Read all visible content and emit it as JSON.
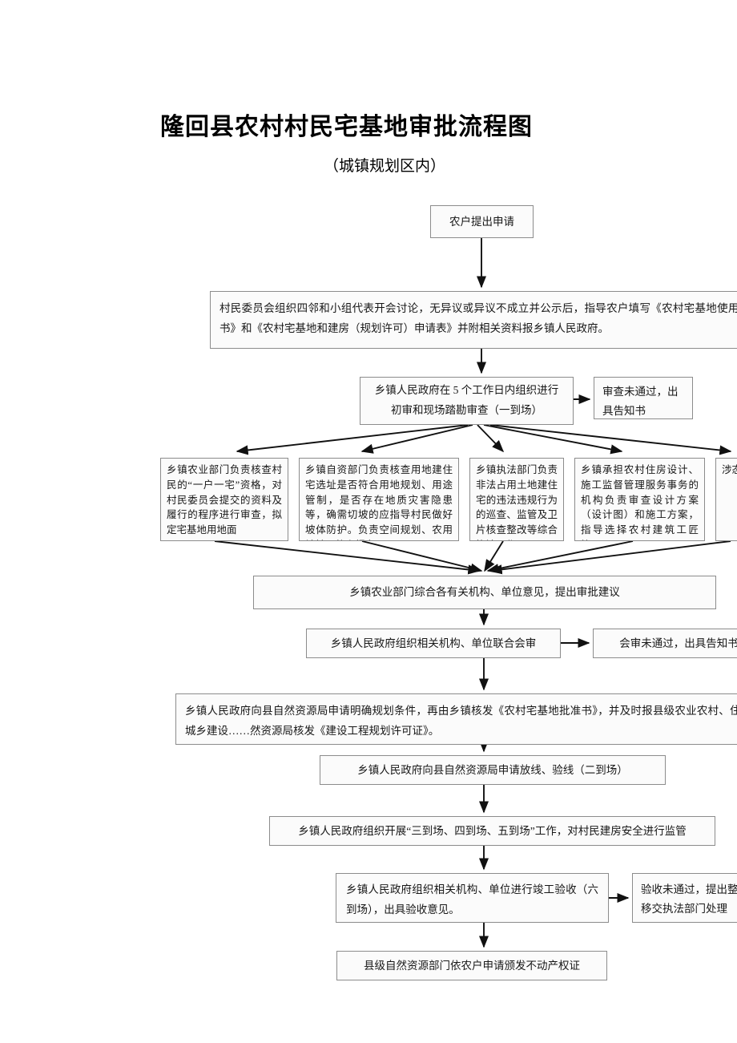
{
  "header": {
    "title": "隆回县农村村民宅基地审批流程图",
    "subtitle": "（城镇规划区内）"
  },
  "flow": {
    "apply": "农户提出申请",
    "village_committee": "村民委员会组织四邻和小组代表开会讨论，无异议或异议不成立并公示后，指导农户填写《农村宅基地使用承诺书》和《农村宅基地和建房（规划许可）申请表》并附相关资料报乡镇人民政府。",
    "township_review": "乡镇人民政府在 5 个工作日内组织进行初审和现场踏勘审查（一到场）",
    "reject_review": "审查未通过，出具告知书",
    "departments": [
      "乡镇农业部门负责核查村民的“一户一宅”资格，对村民委员会提交的资料及履行的程序进行审查，拟定宅基地用地面",
      "乡镇自资部门负责核查用地建住宅选址是否符合用地规划、用途管制，是否存在地质灾害隐患等，确需切坡的应指导村民做好坡体防护。负责空间规划、农用地转用的上报办理。",
      "乡镇执法部门负责非法占用土地建住宅的违法违规行为的巡查、监管及卫片核查整改等综合执法工作。",
      "乡镇承担农村住房设计、施工监督管理服务事务的机构负责审查设计方案（设计图）和施工方案，指导选择农村建筑工匠等。",
      "涉态等担各"
    ],
    "summary": "乡镇农业部门综合各有关机构、单位意见，提出审批建议",
    "joint_review": "乡镇人民政府组织相关机构、单位联合会审",
    "reject_joint": "会审未通过，出具告知书",
    "planning_condition": "乡镇人民政府向县自然资源局申请明确规划条件，再由乡镇核发《农村宅基地批准书》，并及时报县级农业农村、住房和城乡建设……然资源局核发《建设工程规划许可证》。",
    "survey_line": "乡镇人民政府向县自然资源局申请放线、验线（二到场）",
    "supervision": "乡镇人民政府组织开展“三到场、四到场、五到场”工作，对村民建房安全进行监管",
    "acceptance": "乡镇人民政府组织相关机构、单位进行竣工验收（六到场），出具验收意见。",
    "reject_acceptance": "验收未通过，提出整改或移交执法部门处理",
    "certificate": "县级自然资源部门依农户申请颁发不动产权证"
  },
  "style": {
    "box_border": "#8c8c8c",
    "box_fill": "#fbfbfb",
    "line_color": "#111111",
    "text_color": "#171717"
  }
}
